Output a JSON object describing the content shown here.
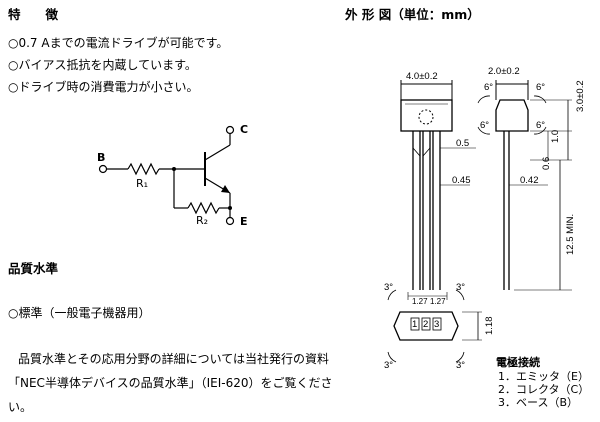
{
  "features": {
    "heading": "特　　徴",
    "items": [
      "○0.7 Aまでの電流ドライブが可能です。",
      "○バイアス抵抗を内蔵しています。",
      "○ドライブ時の消費電力が小さい。"
    ]
  },
  "schematic": {
    "label_b": "B",
    "label_c": "C",
    "label_e": "E",
    "label_r1": "R₁",
    "label_r2": "R₂"
  },
  "quality": {
    "heading": "品質水準",
    "standard": "○標準（一般電子機器用）",
    "paragraph_lines": [
      "品質水準とその応用分野の詳細については当社発行の資料",
      "「NEC半導体デバイスの品質水準」（IEI-620）をご覧くださ",
      "い。"
    ]
  },
  "outline": {
    "heading": "外 形 図（単位：mm）",
    "dims": {
      "body_width": "4.0±0.2",
      "body_depth": "2.0±0.2",
      "height": "3.0±0.2",
      "d_10": "1.0",
      "d_06": "0.6",
      "d_05": "0.5",
      "d_045": "0.45",
      "d_042": "0.42",
      "lead_length": "12.5 MIN.",
      "pitch_1": "1.27",
      "pitch_2": "1.27",
      "d_118": "1.18",
      "angle": "6°",
      "angle_bottom": "3°"
    },
    "pin_numbers": [
      "1",
      "2",
      "3"
    ],
    "pin_table": {
      "title": "電極接続",
      "rows": [
        "1．エミッタ（E）",
        "2．コレクタ（C）",
        "3．ベース（B）"
      ]
    }
  }
}
